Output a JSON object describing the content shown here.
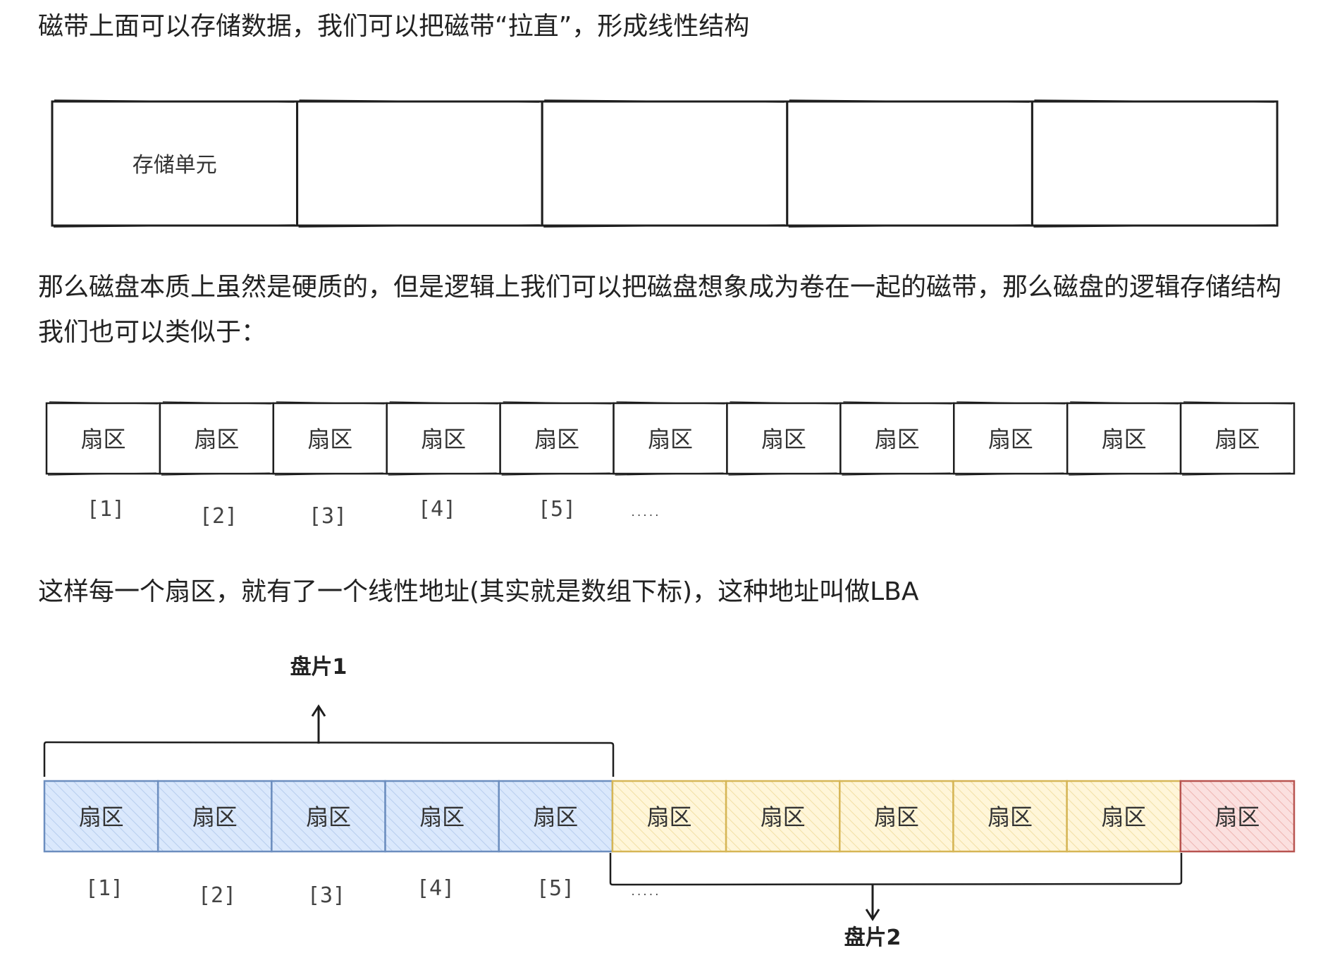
{
  "paragraphs": [
    "磁带上面可以存储数据，我们可以把磁带“拉直”，形成线性结构",
    "那么磁盘本质上虽然是硬质的，但是逻辑上我们可以把磁盘想象成为卷在一起的磁带，那么磁盘的逻辑存储结构我们也可以类似于：",
    "这样每一个扇区，就有了一个线性地址(其实就是数组下标)，这种地址叫做LBA"
  ],
  "tape": {
    "first_cell_label": "存储单元",
    "cell_count": 5
  },
  "sectors": {
    "cell_label": "扇区",
    "cell_count": 11,
    "indices": [
      "[1]",
      "[2]",
      "[3]",
      "[4]",
      "[5]",
      "....."
    ]
  },
  "plates": {
    "plate1_label": "盘片1",
    "plate2_label": "盘片2",
    "groups": [
      {
        "name": "blue",
        "count": 5,
        "stroke": "#6c8ebf",
        "fill": "#dae8fc"
      },
      {
        "name": "yellow",
        "count": 5,
        "stroke": "#d6b656",
        "fill": "#fff2cc"
      },
      {
        "name": "red",
        "count": 1,
        "stroke": "#b85450",
        "fill": "#f8cecc"
      }
    ]
  }
}
